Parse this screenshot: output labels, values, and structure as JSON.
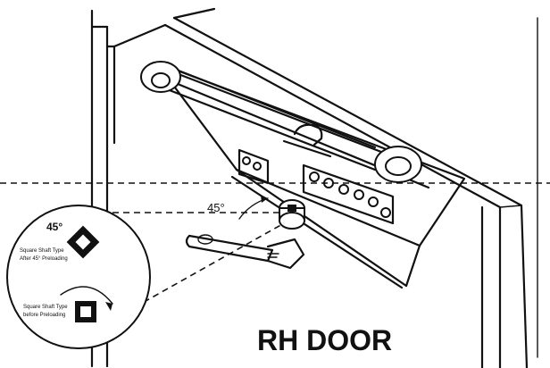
{
  "angle_label": "45°",
  "title": "RH DOOR",
  "inset": {
    "top_angle": "45°",
    "after_line1": "Square Shaft Type",
    "after_line2": "After 45° Preloading",
    "before_line1": "Square Shaft Type",
    "before_line2": "before Preloading"
  }
}
